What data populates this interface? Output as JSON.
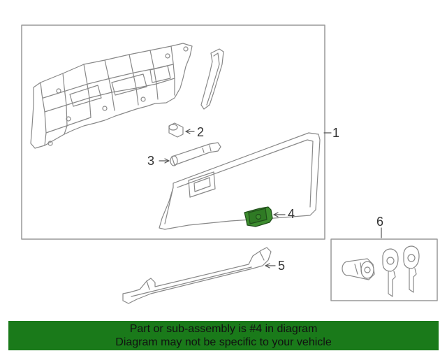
{
  "callouts": {
    "c1": "1",
    "c2": "2",
    "c3": "3",
    "c4": "4",
    "c5": "5",
    "c6": "6"
  },
  "banner": {
    "line1": "Part or sub-assembly is #4 in diagram",
    "line2": "Diagram may not be specific to your vehicle",
    "color": "#1a7a1a"
  },
  "highlight_color": "#3c8c2e"
}
